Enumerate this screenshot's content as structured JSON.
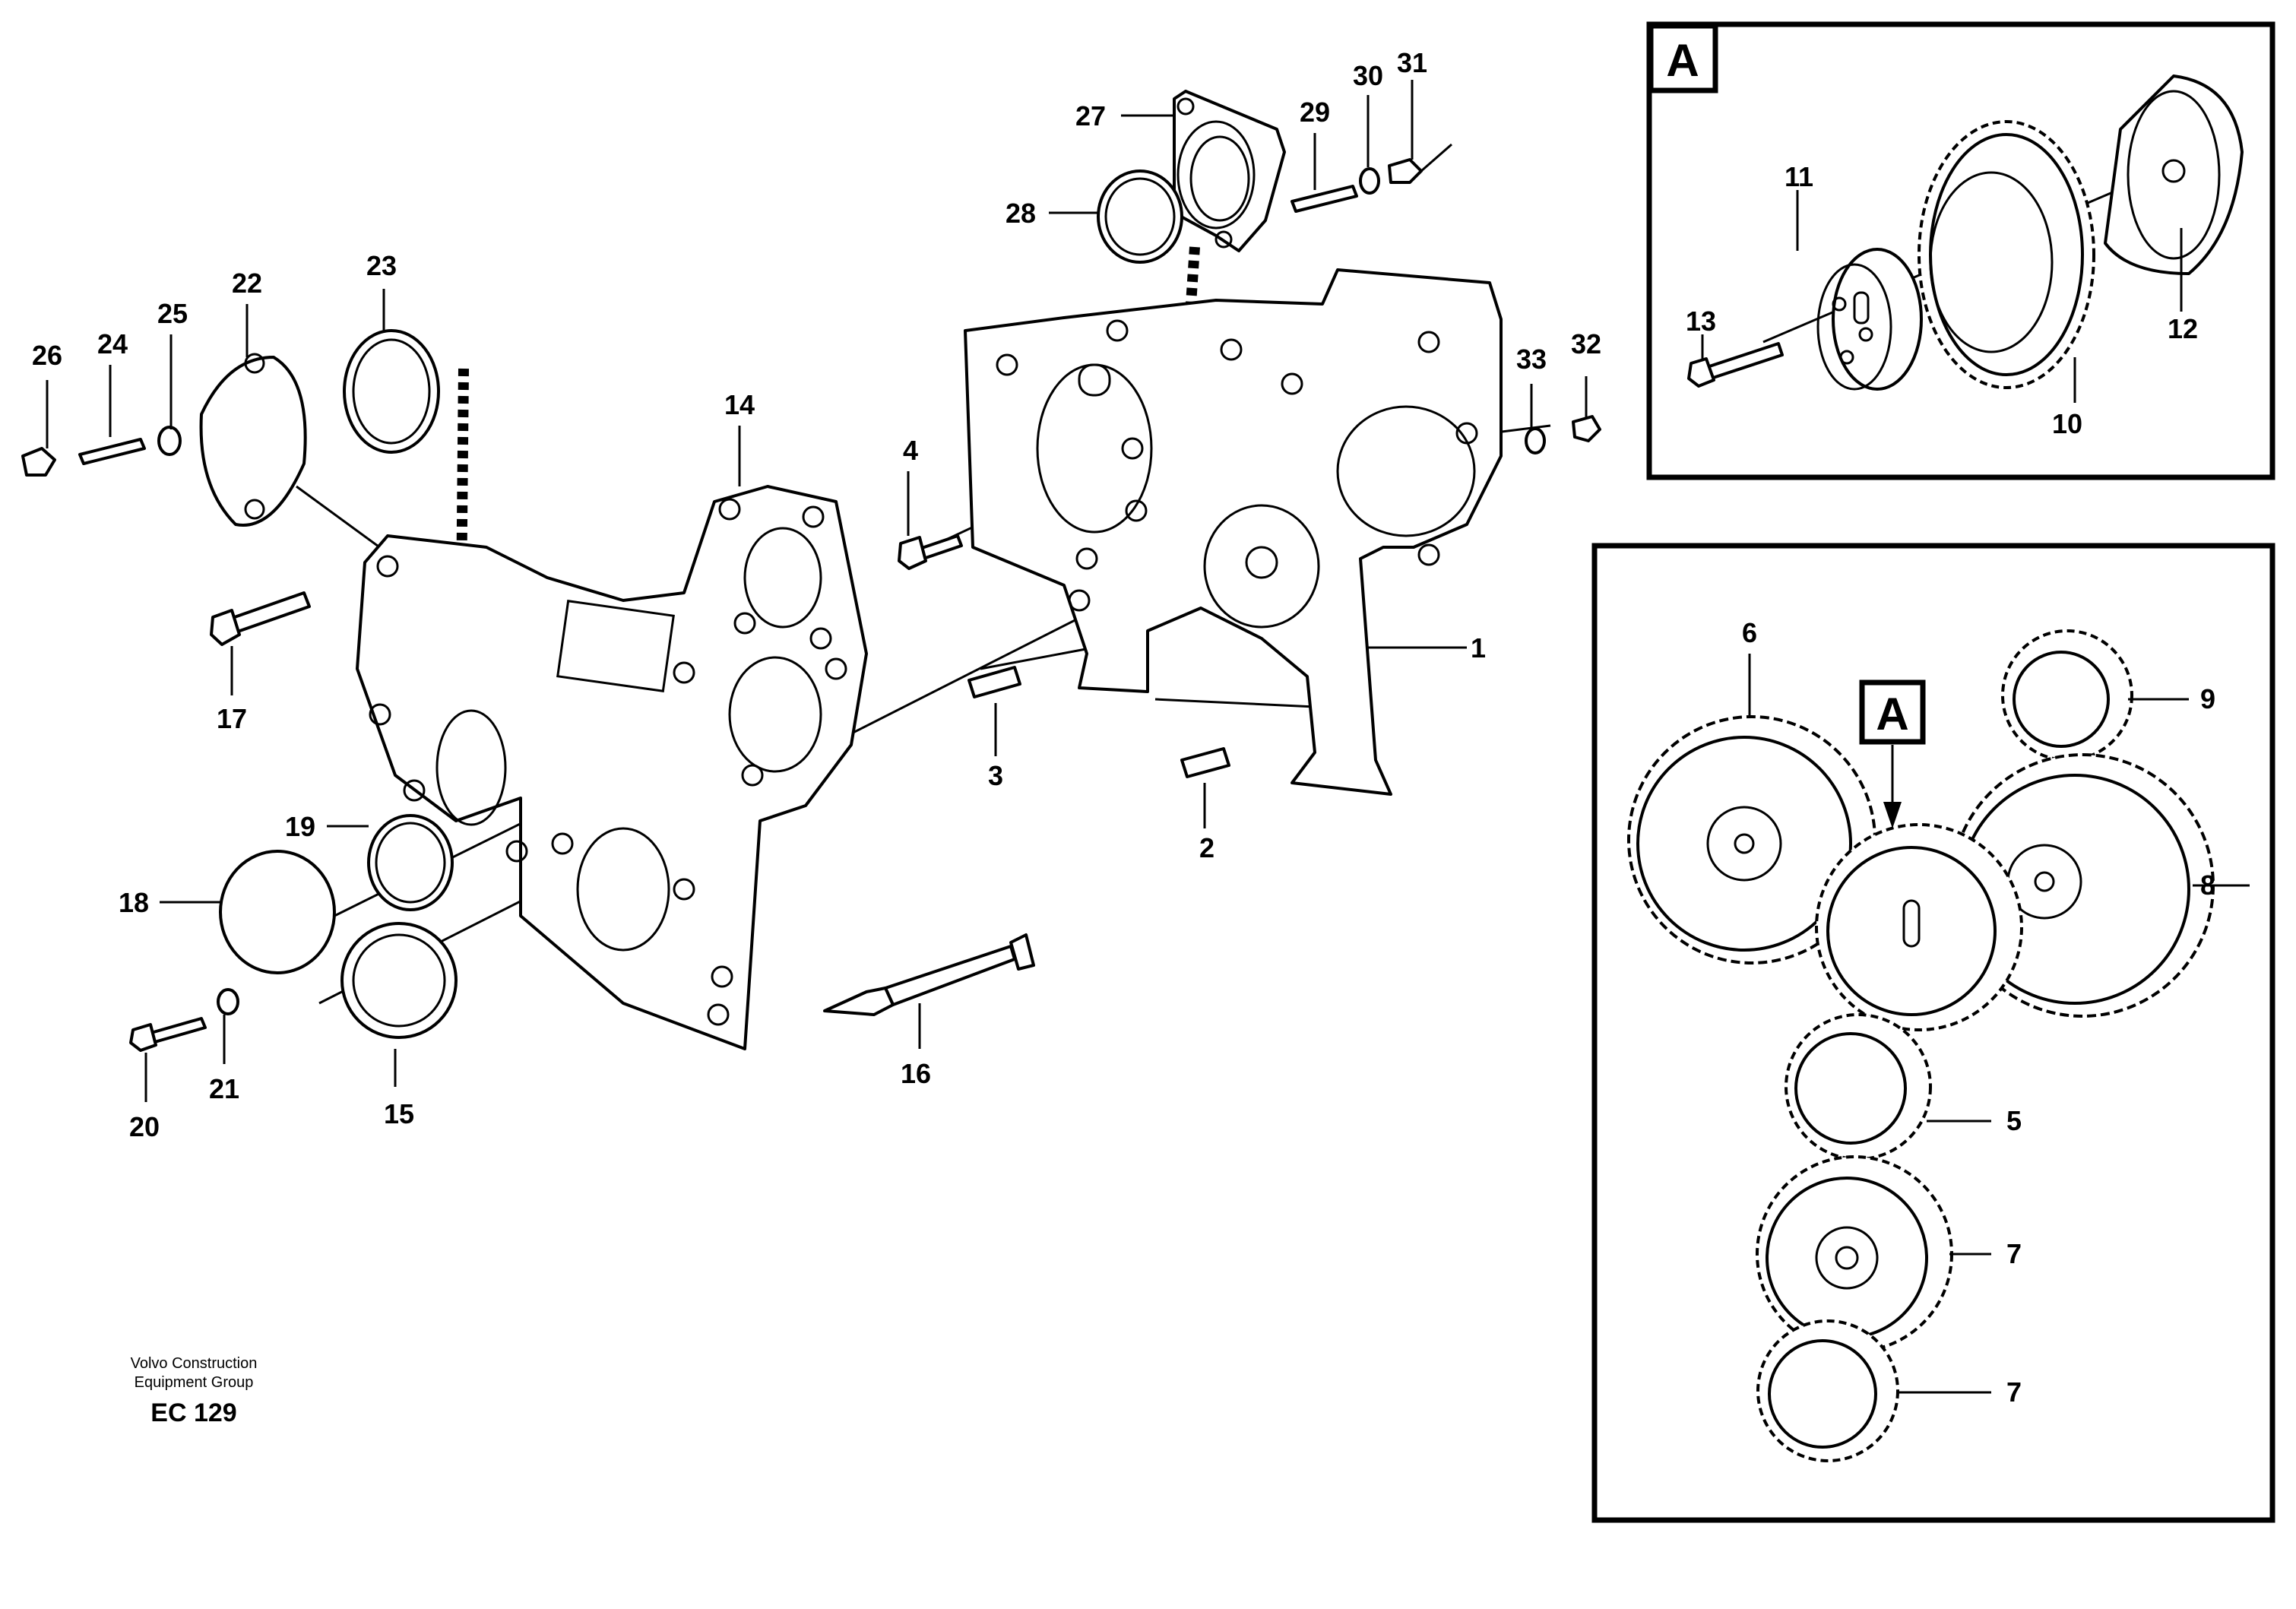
{
  "callouts": {
    "c1": "1",
    "c2": "2",
    "c3": "3",
    "c4": "4",
    "c5": "5",
    "c6": "6",
    "c7a": "7",
    "c7b": "7",
    "c8": "8",
    "c9": "9",
    "c10": "10",
    "c11": "11",
    "c12": "12",
    "c13": "13",
    "c14": "14",
    "c15": "15",
    "c16": "16",
    "c17": "17",
    "c18": "18",
    "c19": "19",
    "c20": "20",
    "c21": "21",
    "c22": "22",
    "c23": "23",
    "c24": "24",
    "c25": "25",
    "c26": "26",
    "c27": "27",
    "c28": "28",
    "c29": "29",
    "c30": "30",
    "c31": "31",
    "c32": "32",
    "c33": "33"
  },
  "detail_box_label": "A",
  "gear_train_marker": "A",
  "footer": {
    "company_line1": "Volvo Construction",
    "company_line2": "Equipment Group",
    "code": "EC 129"
  }
}
